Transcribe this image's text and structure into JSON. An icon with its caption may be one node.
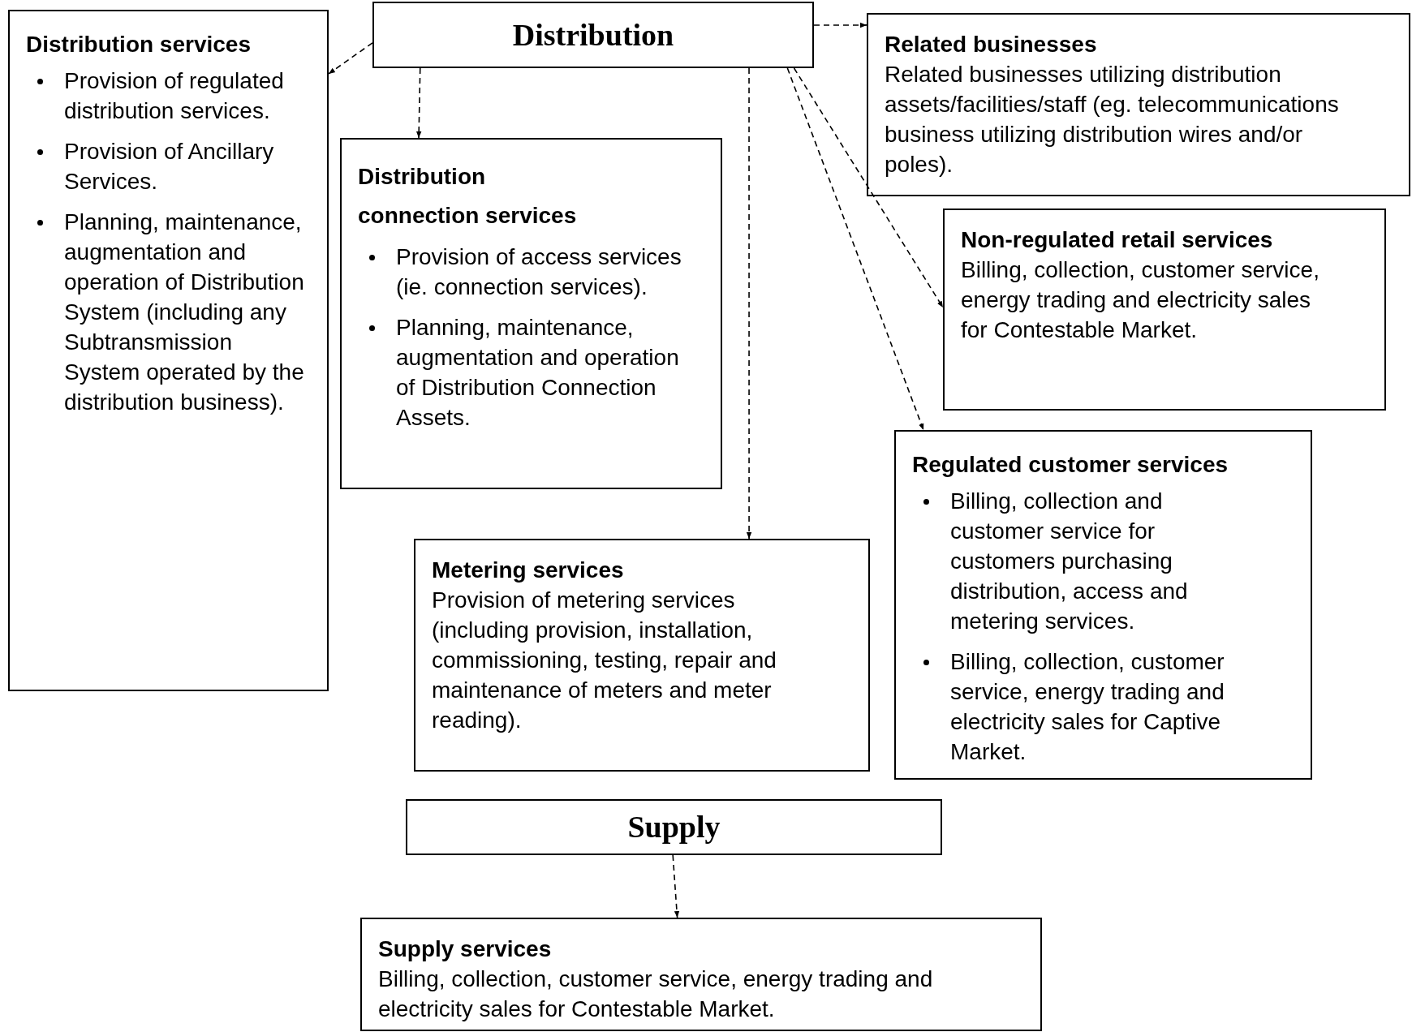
{
  "diagram": {
    "nodes": [
      {
        "text": [
          "Distribution"
        ]
      },
      {
        "text": [
          "Distribution services",
          "Provision of regulated distribution services.",
          "Provision of Ancillary Services.",
          "Planning, maintenance, augmentation and operation of Distribution System (including any Subtransmission System operated by the distribution business)."
        ]
      },
      {
        "text": [
          "Distribution connection services",
          "Provision of access services (ie. connection services).",
          "Planning, maintenance, augmentation and operation of Distribution Connection Assets."
        ]
      },
      {
        "text": [
          "Related businesses",
          "Related businesses utilizing distribution assets/facilities/staff (eg. telecommunications business utilizing distribution wires and/or poles)."
        ]
      },
      {
        "text": [
          "Non-regulated retail services",
          "Billing, collection, customer service, energy trading and electricity sales for Contestable Market."
        ]
      },
      {
        "text": [
          "Regulated customer services",
          "Billing, collection and customer service for customers purchasing distribution, access and metering services.",
          "Billing, collection, customer service, energy trading and electricity sales for Captive Market."
        ]
      },
      {
        "text": [
          "Metering services",
          "Provision of metering services (including provision, installation, commissioning, testing, repair and maintenance of meters and meter reading)."
        ]
      },
      {
        "text": [
          "Supply"
        ]
      },
      {
        "text": [
          "Supply services",
          "Billing, collection, customer service, energy trading and electricity sales for Contestable Market."
        ]
      }
    ],
    "edges": [
      {
        "from": 0,
        "to": 1,
        "arrow": "to",
        "style": "dashed"
      },
      {
        "from": 0,
        "to": 2,
        "arrow": "to",
        "style": "dashed"
      },
      {
        "from": 0,
        "to": 6,
        "arrow": "to",
        "style": "dashed"
      },
      {
        "from": 0,
        "to": 3,
        "arrow": "to",
        "style": "dashed"
      },
      {
        "from": 0,
        "to": 4,
        "arrow": "to",
        "style": "dashed"
      },
      {
        "from": 0,
        "to": 5,
        "arrow": "to",
        "style": "dashed"
      },
      {
        "from": 7,
        "to": 8,
        "arrow": "to",
        "style": "dashed"
      }
    ]
  }
}
